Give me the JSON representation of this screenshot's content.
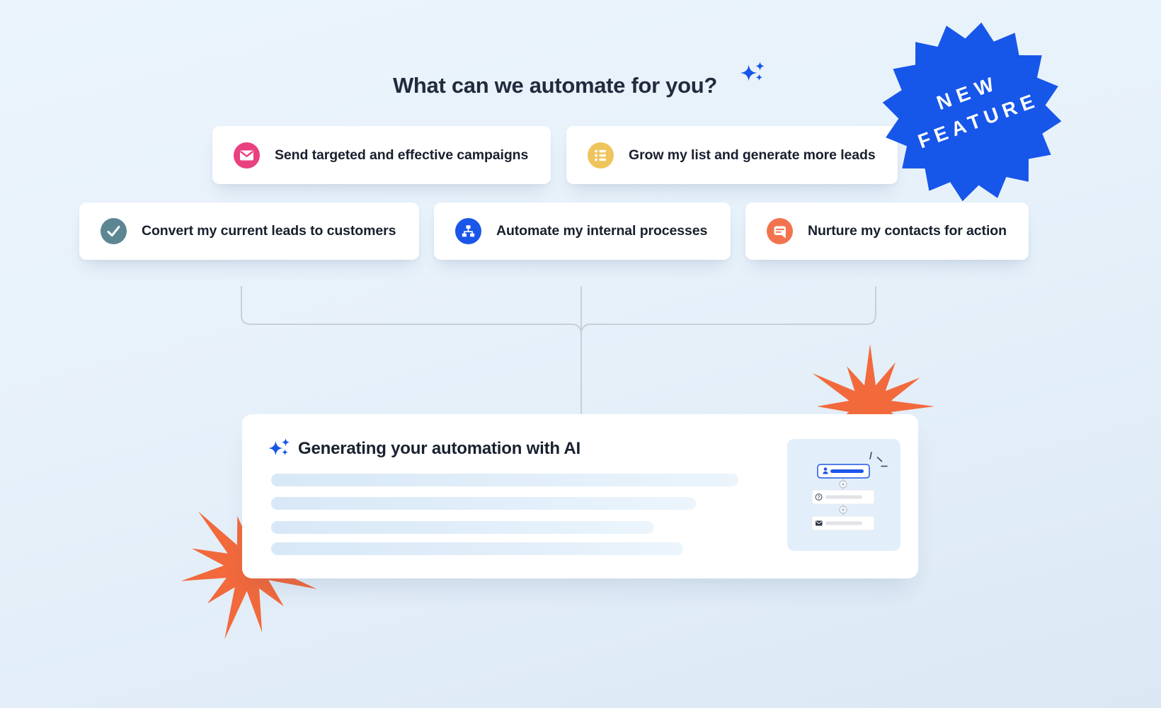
{
  "header": {
    "title": "What can we automate for you?",
    "sparkle_icon": "ai-sparkles-icon"
  },
  "badge": {
    "line1": "NEW",
    "line2": "FEATURE",
    "color": "#1656e9"
  },
  "options": [
    {
      "label": "Send targeted and effective campaigns",
      "icon": "envelope-icon",
      "color": "#e9417f"
    },
    {
      "label": "Grow my list and generate more leads",
      "icon": "list-icon",
      "color": "#f0c45c"
    },
    {
      "label": "Convert my current leads to customers",
      "icon": "checkmark-icon",
      "color": "#5d8693"
    },
    {
      "label": "Automate my internal processes",
      "icon": "sitemap-icon",
      "color": "#1a56e8"
    },
    {
      "label": "Nurture my contacts for action",
      "icon": "chat-bubble-icon",
      "color": "#f2744e"
    }
  ],
  "generator_card": {
    "title": "Generating your automation with AI",
    "icon": "ai-sparkles-icon",
    "skeleton_bar_count": 4,
    "flow_preview": {
      "steps": [
        "contact-step",
        "question-step",
        "email-step"
      ],
      "question_mark": "?",
      "accent_color": "#2056e8"
    }
  },
  "decorations": {
    "starburst_color": "#f2693c",
    "connector_color": "#c9cfd7",
    "background_top": "#ebf4fc",
    "background_bottom": "#dbe8f4"
  }
}
